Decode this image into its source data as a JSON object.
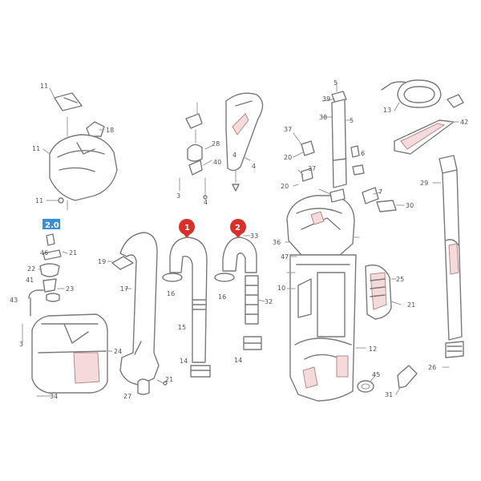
{
  "colors": {
    "line": "#7a7a7a",
    "label": "#555555",
    "accent_red": "#d9302a",
    "badge_blue": "#3b8fd6",
    "shade_pink": "#f4dada"
  },
  "badge": {
    "text": "2.0"
  },
  "markers": [
    {
      "text": "1"
    },
    {
      "text": "2"
    }
  ],
  "labels": {
    "l11a": "11",
    "l18": "18",
    "l11b": "11",
    "l11c": "11",
    "l46": "46",
    "l21a": "21",
    "l22": "22",
    "l41": "41",
    "l23": "23",
    "l43": "43",
    "l3a": "3",
    "l24": "24",
    "l34": "34",
    "l19": "19",
    "l17": "17",
    "l27": "27",
    "l21b": "21",
    "l28": "28",
    "l40": "40",
    "l4a": "4",
    "l4b": "4",
    "l3b": "3",
    "l4c": "4",
    "l16a": "16",
    "l15": "15",
    "l14a": "14",
    "l16b": "16",
    "l33": "33",
    "l32": "32",
    "l14b": "14",
    "l39": "39",
    "l38": "38",
    "l5a": "5",
    "l37a": "37",
    "l20a": "20",
    "l6": "6",
    "l37b": "37",
    "l20b": "20",
    "l7": "7",
    "l30": "30",
    "l36": "36",
    "l47": "47",
    "l10": "10",
    "l25": "25",
    "l21c": "21",
    "l12": "12",
    "l45": "45",
    "l31": "31",
    "l13": "13",
    "l42": "42",
    "l29": "29",
    "l26": "26",
    "l5b": "5"
  }
}
